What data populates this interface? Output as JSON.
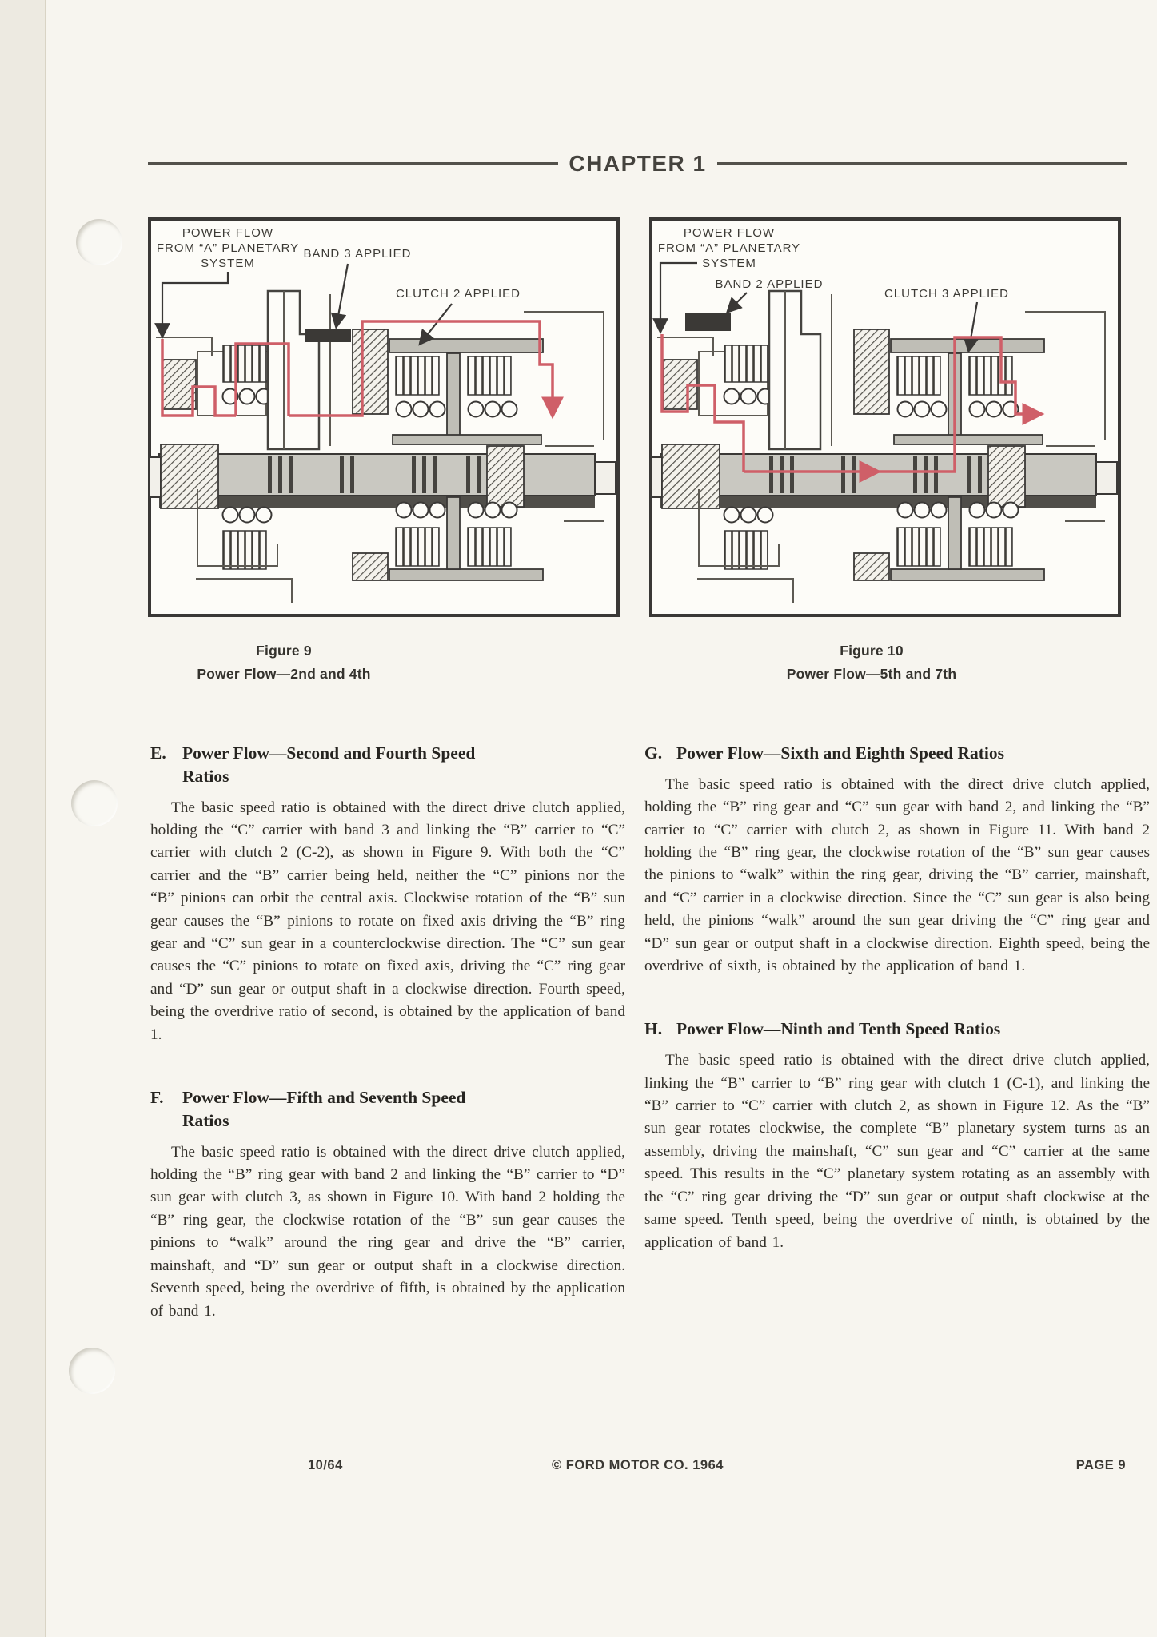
{
  "header": {
    "chapter_title": "CHAPTER 1"
  },
  "figures": [
    {
      "caption_title": "Figure 9",
      "caption_subtitle": "Power Flow—2nd and 4th",
      "labels": {
        "power_flow_line1": "POWER FLOW",
        "power_flow_line2": "FROM “A” PLANETARY",
        "power_flow_line3": "SYSTEM",
        "band": "BAND 3 APPLIED",
        "clutch": "CLUTCH 2 APPLIED"
      }
    },
    {
      "caption_title": "Figure 10",
      "caption_subtitle": "Power Flow—5th and 7th",
      "labels": {
        "power_flow_line1": "POWER FLOW",
        "power_flow_line2": "FROM “A” PLANETARY",
        "power_flow_line3": "SYSTEM",
        "band": "BAND 2 APPLIED",
        "clutch": "CLUTCH 3 APPLIED"
      }
    }
  ],
  "sections": [
    {
      "letter": "E.",
      "title_line1": "Power Flow—Second and Fourth Speed",
      "title_line2": "Ratios",
      "body": "The basic speed ratio is obtained with the direct drive clutch applied, holding the “C” carrier with band 3 and linking the “B” carrier to “C” carrier with clutch 2 (C-2), as shown in Figure 9. With both the “C” carrier and the “B” carrier being held, neither the “C” pinions nor the “B” pinions can orbit the central axis. Clockwise rotation of the “B” sun gear causes the “B” pinions to rotate on fixed axis driving the “B” ring gear and “C” sun gear in a counterclockwise direction. The “C” sun gear causes the “C” pinions to rotate on fixed axis, driving the “C” ring gear and “D” sun gear or output shaft in a clockwise direction. Fourth speed, being the overdrive ratio of second, is obtained by the application of band 1."
    },
    {
      "letter": "F.",
      "title_line1": "Power Flow—Fifth and Seventh Speed",
      "title_line2": "Ratios",
      "body": "The basic speed ratio is obtained with the direct drive clutch applied, holding the “B” ring gear with band 2 and linking the “B” carrier to “D” sun gear with clutch 3, as shown in Figure 10. With band 2 holding the “B” ring gear, the clockwise rotation of the “B” sun gear causes the pinions to “walk” around the ring gear and drive the “B” carrier, mainshaft, and “D” sun gear or output shaft in a clockwise direction. Seventh speed, being the overdrive of fifth, is obtained by the application of band 1."
    },
    {
      "letter": "G.",
      "title_line1": "Power Flow—Sixth and Eighth Speed Ratios",
      "title_line2": "",
      "body": "The basic speed ratio is obtained with the direct drive clutch applied, holding the “B” ring gear and “C” sun gear with band 2, and linking the “B” carrier to “C” carrier with clutch 2, as shown in Figure 11. With band 2 holding the “B” ring gear, the clockwise rotation of the “B” sun gear causes the pinions to “walk” within the ring gear, driving the “B” carrier, mainshaft, and “C” carrier in a clockwise direction. Since the “C” sun gear is also being held, the pinions “walk” around the sun gear driving the “C” ring gear and “D” sun gear or output shaft in a clockwise direction. Eighth speed, being the overdrive of sixth, is obtained by the application of band 1."
    },
    {
      "letter": "H.",
      "title_line1": "Power Flow—Ninth and Tenth Speed Ratios",
      "title_line2": "",
      "body": "The basic speed ratio is obtained with the direct drive clutch applied, linking the “B” carrier to “B” ring gear with clutch 1 (C-1), and linking the “B” carrier to “C” carrier with clutch 2, as shown in Figure 12. As the “B” sun gear rotates clockwise, the complete “B” planetary system turns as an assembly, driving the mainshaft, “C” sun gear and “C” carrier at the same speed. This results in the “C” planetary system rotating as an assembly with the “C” ring gear driving the “D” sun gear or output shaft clockwise at the same speed. Tenth speed, being the overdrive of ninth, is obtained by the application of band 1."
    }
  ],
  "footer": {
    "date_code": "10/64",
    "copyright": "© FORD MOTOR CO. 1964",
    "page_number": "PAGE 9"
  }
}
